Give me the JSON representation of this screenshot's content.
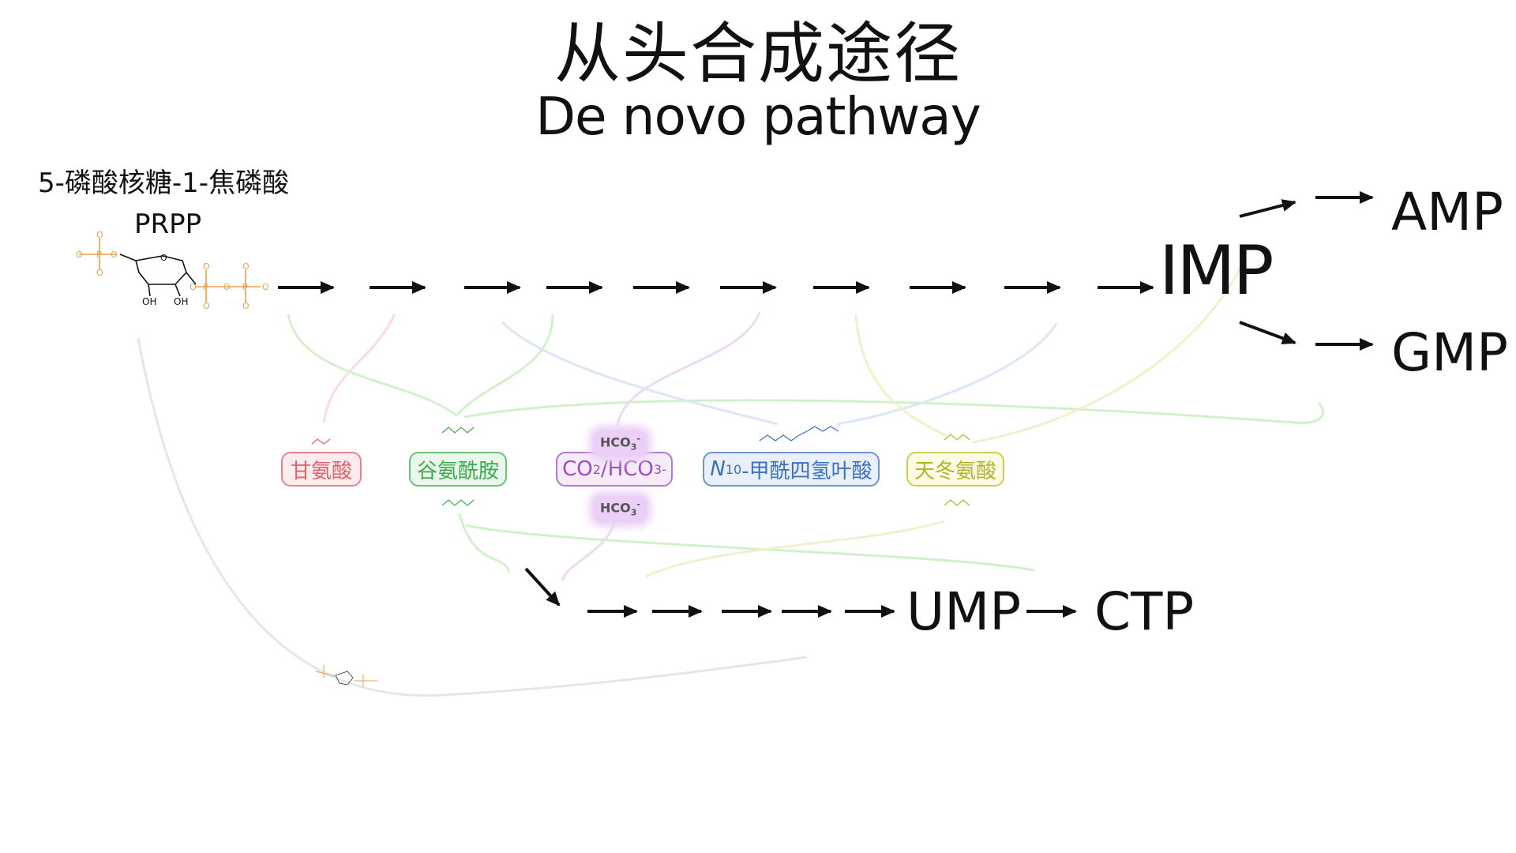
{
  "title": {
    "zh": "从头合成途径",
    "en": "De novo pathway"
  },
  "prpp": {
    "name_zh": "5-磷酸核糖-1-焦磷酸",
    "abbr": "PRPP",
    "structure_labels": {
      "hydroxyl_left": "OH",
      "hydroxyl_right": "OH",
      "phosphorus": "P",
      "oxygen": "O"
    }
  },
  "products": {
    "imp": "IMP",
    "amp": "AMP",
    "gmp": "GMP",
    "ump": "UMP",
    "ctp": "CTP"
  },
  "donors": {
    "glycine": "甘氨酸",
    "glutamine": "谷氨酰胺",
    "co2": {
      "main": "CO",
      "sub1": "2",
      "sep": "/HCO",
      "sub2": "3",
      "sup": "-"
    },
    "thf": {
      "n": "N",
      "sup": "10",
      "rest": "-甲酰四氢叶酸"
    },
    "aspartate": "天冬氨酸"
  },
  "bicarbonate": {
    "text": "HCO",
    "sub": "3",
    "sup": "-"
  },
  "colors": {
    "glycine": "#e0626a",
    "glutamine": "#3eaa4e",
    "co2": "#9a4fc0",
    "thf": "#3a6fc0",
    "aspartate": "#b6b22a",
    "prpp_phosphate": "#e8a050"
  }
}
